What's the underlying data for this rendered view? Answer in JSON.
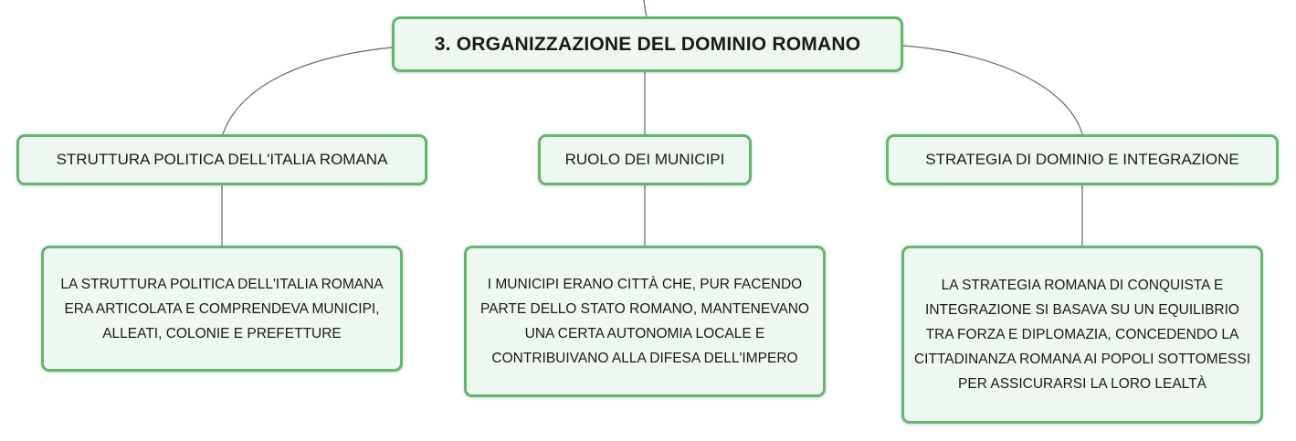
{
  "diagram": {
    "root": {
      "label": "3. ORGANIZZAZIONE DEL DOMINIO ROMANO"
    },
    "branches": [
      {
        "label": "STRUTTURA POLITICA DELL'ITALIA ROMANA",
        "detail": "LA STRUTTURA POLITICA DELL'ITALIA ROMANA ERA ARTICOLATA E COMPRENDEVA MUNICIPI, ALLEATI, COLONIE E PREFETTURE"
      },
      {
        "label": "RUOLO DEI MUNICIPI",
        "detail": "I MUNICIPI ERANO CITTÀ CHE, PUR FACENDO PARTE DELLO STATO ROMANO, MANTENEVANO UNA CERTA AUTONOMIA LOCALE E CONTRIBUIVANO ALLA DIFESA DELL'IMPERO"
      },
      {
        "label": "STRATEGIA DI DOMINIO E INTEGRAZIONE",
        "detail": "LA STRATEGIA ROMANA DI CONQUISTA E INTEGRAZIONE SI BASAVA SU UN EQUILIBRIO TRA FORZA E DIPLOMAZIA, CONCEDENDO LA CITTADINANZA ROMANA AI POPOLI SOTTOMESSI PER ASSICURARSI LA LORO LEALTÀ"
      }
    ]
  },
  "colors": {
    "node_border": "#5cbb6a",
    "node_fill": "#eff8f0",
    "connector": "#666666"
  }
}
